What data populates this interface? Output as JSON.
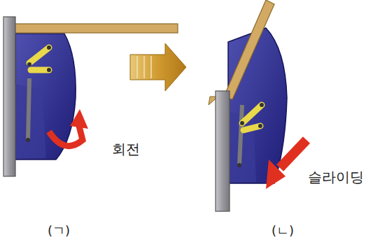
{
  "diagram": {
    "labels": [
      "회전",
      "슬라이딩",
      "(ㄱ)",
      "(ㄴ)"
    ]
  }
}
